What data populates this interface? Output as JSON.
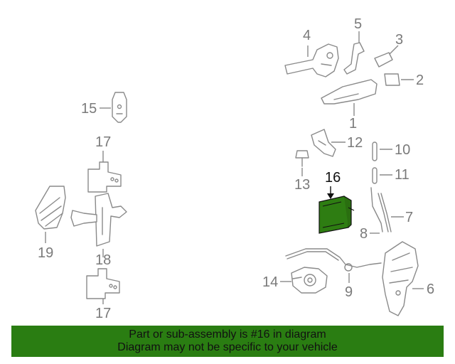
{
  "callouts": {
    "c1": "1",
    "c2": "2",
    "c3": "3",
    "c4": "4",
    "c5": "5",
    "c6": "6",
    "c7": "7",
    "c8": "8",
    "c9": "9",
    "c10": "10",
    "c11": "11",
    "c12": "12",
    "c13": "13",
    "c14": "14",
    "c15": "15",
    "c16": "16",
    "c17a": "17",
    "c17b": "17",
    "c18": "18",
    "c19": "19"
  },
  "highlight_part": "16",
  "colors": {
    "banner_bg": "#2a7d12",
    "highlight_fill": "#2e7d12",
    "line": "#8a8a8a",
    "callout_text": "#7a7a7a",
    "highlight_text": "#111111"
  },
  "banner": {
    "line1": "Part or sub-assembly is #16 in diagram",
    "line2": "Diagram may not be specific to your vehicle"
  }
}
